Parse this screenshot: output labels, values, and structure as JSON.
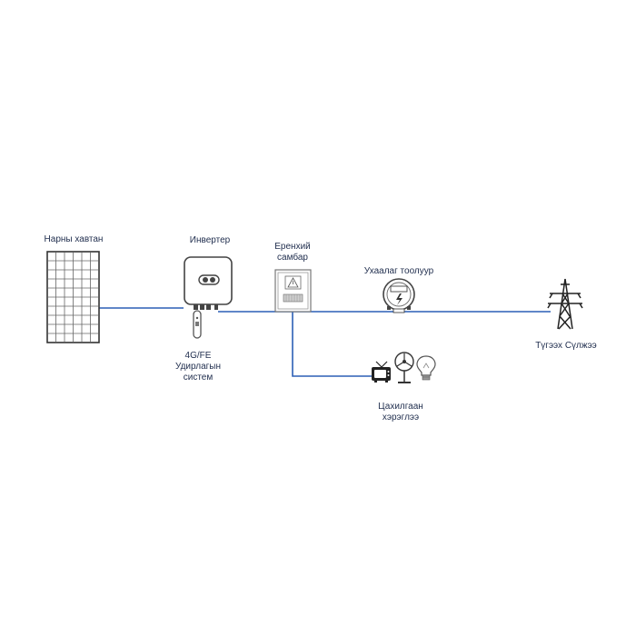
{
  "labels": {
    "solar_panel": "Нарны хавтан",
    "inverter": "Инвертер",
    "distribution_board_l1": "Еренхий",
    "distribution_board_l2": "самбар",
    "smart_meter": "Ухаалаг тоолуур",
    "grid": "Түгээх Сүлжээ",
    "monitoring_l1": "4G/FE",
    "monitoring_l2": "Удирлагын",
    "monitoring_l3": "систем",
    "appliances_l1": "Цахилгаан",
    "appliances_l2": "хэрэглээ"
  },
  "colors": {
    "wire": "#2b5fb5",
    "outline": "#5a5a5a",
    "panel_cell": "#ffffff"
  },
  "icons": {
    "solar_panel": "solar-panel-icon",
    "inverter": "inverter-icon",
    "monitoring": "dongle-icon",
    "distribution_board": "distribution-board-icon",
    "smart_meter": "smart-meter-icon",
    "grid": "transmission-tower-icon",
    "tv": "tv-icon",
    "fan": "fan-icon",
    "bulb": "light-bulb-icon"
  }
}
